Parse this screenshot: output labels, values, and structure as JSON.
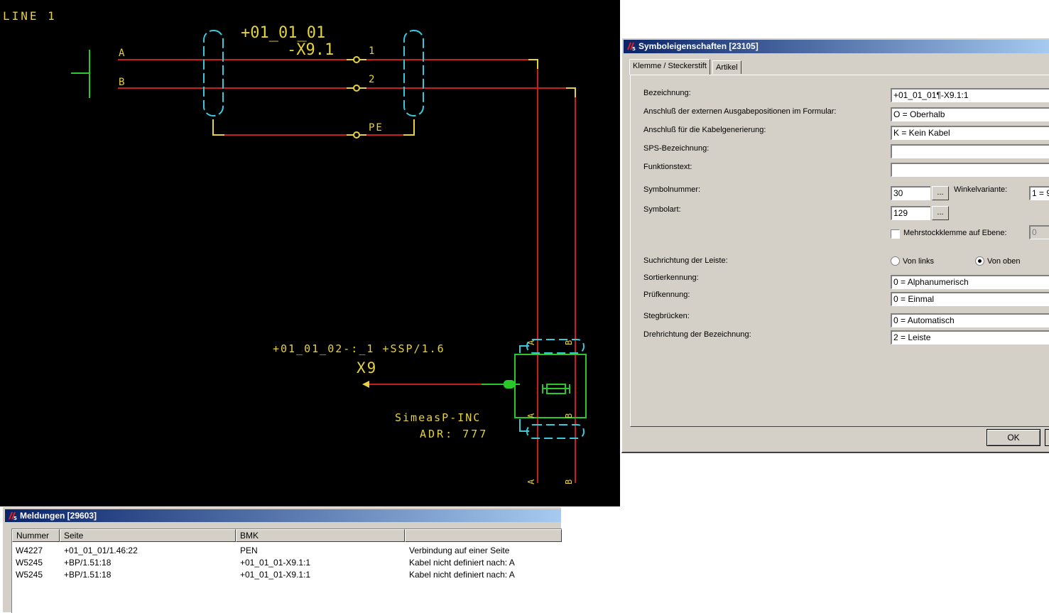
{
  "schematic": {
    "line_label": "LINE 1",
    "bus_labels": [
      "A",
      "B"
    ],
    "terminal_strip_name": "+01_01_01",
    "terminal_designation": "-X9.1",
    "terminal_numbers": [
      "1",
      "2",
      "PE"
    ],
    "device_reference": "+01_01_02-:_1 +SSP/1.6",
    "device_tag": "X9",
    "device_name": "SimeasP-INC",
    "device_address": "ADR: 777",
    "connector_pin_labels": [
      "A",
      "B"
    ],
    "colors": {
      "background": "#000000",
      "wire": "#c81e1e",
      "terminal": "#e6d23c",
      "bracket": "#3cc8dc",
      "device": "#28c828",
      "text": "#e6d23c"
    }
  },
  "dialog": {
    "title": "Symboleigenschaften [23105]",
    "tabs": [
      "Klemme / Steckerstift",
      "Artikel"
    ],
    "fields": {
      "bezeichnung": {
        "label": "Bezeichnung:",
        "value": "+01_01_01¶-X9.1:1"
      },
      "anschluss_extern": {
        "label": "Anschluß der externen Ausgabepositionen im Formular:",
        "value": "O = Oberhalb"
      },
      "anschluss_kabel": {
        "label": "Anschluß für die Kabelgenerierung:",
        "value": "K = Kein Kabel"
      },
      "sps": {
        "label": "SPS-Bezeichnung:",
        "value": ""
      },
      "funktionstext": {
        "label": "Funktionstext:",
        "value": ""
      },
      "symbolnummer": {
        "label": "Symbolnummer:",
        "value": "30",
        "button": "..."
      },
      "winkelvariante": {
        "label": "Winkelvariante:",
        "value": "1 = 9"
      },
      "symbolart": {
        "label": "Symbolart:",
        "value": "129",
        "button": "..."
      },
      "mehrstock": {
        "label": "Mehrstockklemme auf Ebene:",
        "value": "0",
        "checked": false
      },
      "suchrichtung": {
        "label": "Suchrichtung der Leiste:",
        "options": [
          "Von links",
          "Von oben"
        ],
        "selected": "Von oben"
      },
      "sortierkennung": {
        "label": "Sortierkennung:",
        "value": "0 = Alphanumerisch"
      },
      "pruefkennung": {
        "label": "Prüfkennung:",
        "value": "0 = Einmal"
      },
      "stegbruecken": {
        "label": "Stegbrücken:",
        "value": "0 = Automatisch"
      },
      "drehrichtung": {
        "label": "Drehrichtung der Bezeichnung:",
        "value": "2 = Leiste"
      }
    },
    "ok_label": "OK"
  },
  "messages": {
    "title": "Meldungen [29603]",
    "columns": [
      "Nummer",
      "Seite",
      "BMK",
      ""
    ],
    "rows": [
      [
        "W4227",
        "+01_01_01/1.46:22",
        "PEN",
        "Verbindung auf einer Seite"
      ],
      [
        "W5245",
        "+BP/1.51:18",
        "+01_01_01-X9.1:1",
        "Kabel nicht definiert nach: A"
      ],
      [
        "W5245",
        "+BP/1.51:18",
        "+01_01_01-X9.1:1",
        "Kabel nicht definiert nach: A"
      ]
    ]
  }
}
